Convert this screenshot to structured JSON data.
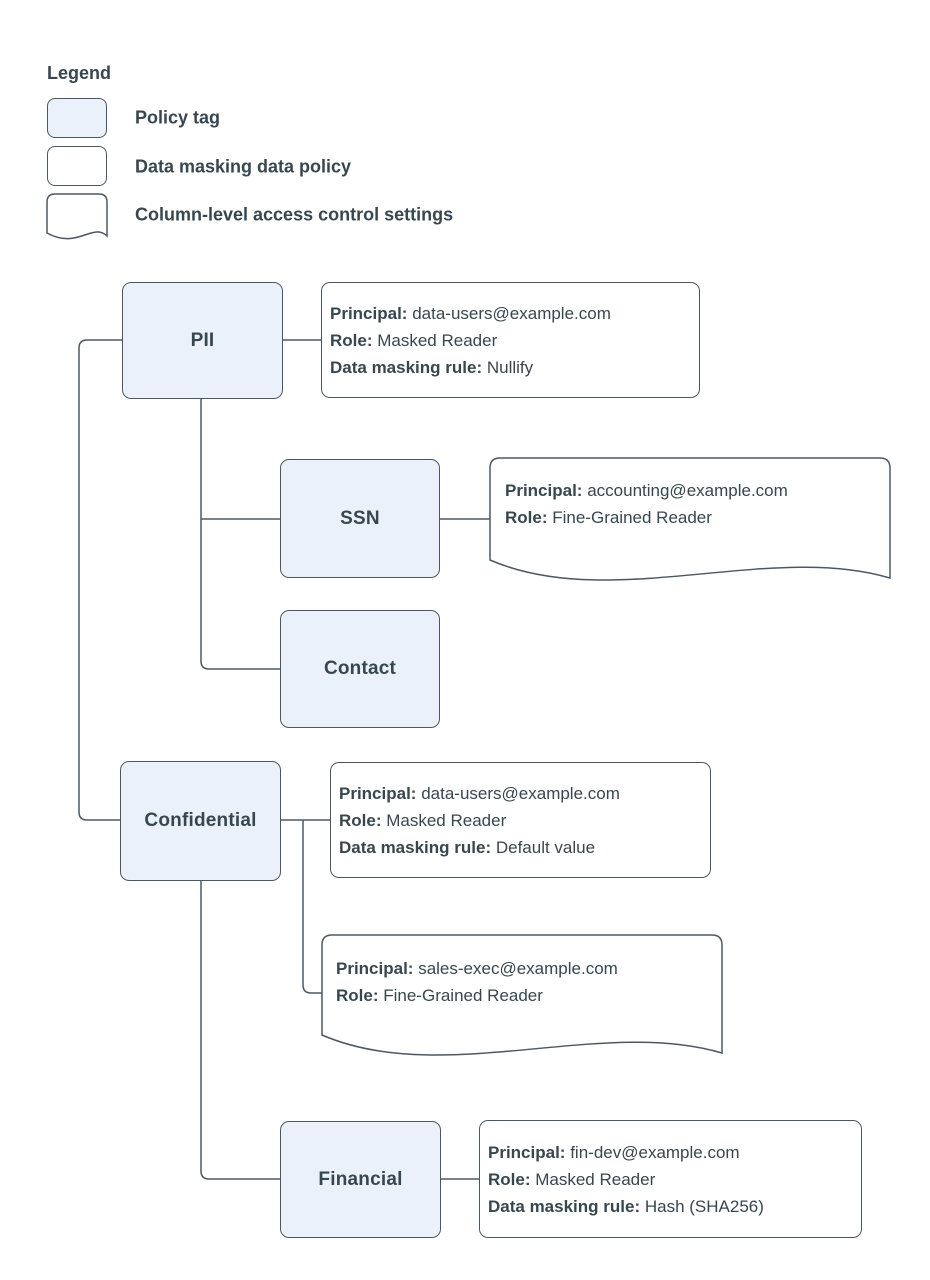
{
  "legend": {
    "title": "Legend",
    "items": [
      {
        "label": "Policy tag"
      },
      {
        "label": "Data masking data policy"
      },
      {
        "label": "Column-level access control settings"
      }
    ]
  },
  "tags": {
    "pii": "PII",
    "ssn": "SSN",
    "contact": "Contact",
    "confidential": "Confidential",
    "financial": "Financial"
  },
  "policies": {
    "pii_masking": {
      "lines": [
        {
          "label": "Principal:",
          "value": "data-users@example.com"
        },
        {
          "label": "Role:",
          "value": "Masked Reader"
        },
        {
          "label": "Data masking rule:",
          "value": "Nullify"
        }
      ]
    },
    "ssn_acl": {
      "lines": [
        {
          "label": "Principal:",
          "value": "accounting@example.com"
        },
        {
          "label": "Role:",
          "value": "Fine-Grained Reader"
        }
      ]
    },
    "confidential_masking": {
      "lines": [
        {
          "label": "Principal:",
          "value": "data-users@example.com"
        },
        {
          "label": "Role:",
          "value": "Masked Reader"
        },
        {
          "label": "Data masking rule:",
          "value": "Default value"
        }
      ]
    },
    "confidential_acl": {
      "lines": [
        {
          "label": "Principal:",
          "value": "sales-exec@example.com"
        },
        {
          "label": "Role:",
          "value": "Fine-Grained Reader"
        }
      ]
    },
    "financial_masking": {
      "lines": [
        {
          "label": "Principal:",
          "value": "fin-dev@example.com"
        },
        {
          "label": "Role:",
          "value": "Masked Reader"
        },
        {
          "label": "Data masking rule:",
          "value": "Hash (SHA256)"
        }
      ]
    }
  },
  "colors": {
    "tag_fill": "#EAF1FB",
    "stroke": "#4C5861",
    "text": "#37474F"
  }
}
